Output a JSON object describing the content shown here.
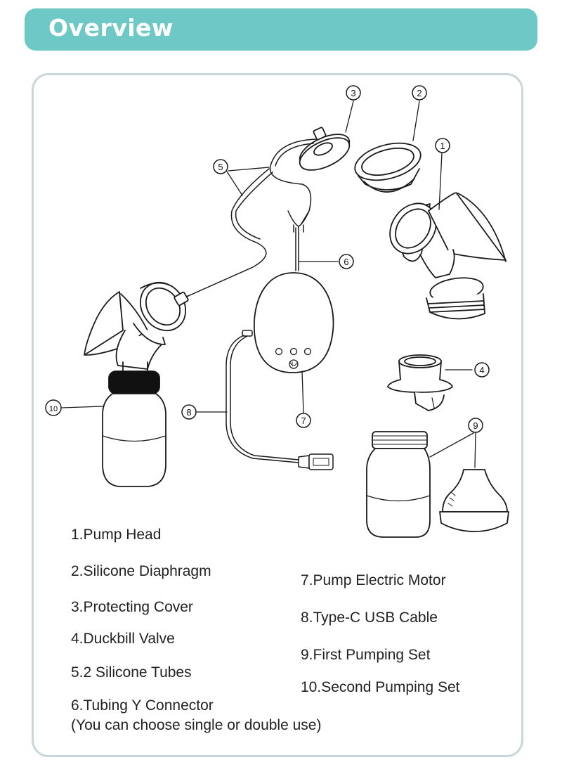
{
  "header": {
    "title": "Overview"
  },
  "callouts": {
    "c1": "1",
    "c2": "2",
    "c3": "3",
    "c4": "4",
    "c5": "5",
    "c6": "6",
    "c7": "7",
    "c8": "8",
    "c9": "9",
    "c10": "10"
  },
  "legend": {
    "item1": "1.Pump Head",
    "item2": "2.Silicone Diaphragm",
    "item3": "3.Protecting Cover",
    "item4": "4.Duckbill Valve",
    "item5": "5.2 Silicone Tubes",
    "item6": "6.Tubing Y Connector",
    "item6_note": "(You can choose single or double use)",
    "item7": "7.Pump Electric Motor",
    "item8": "8.Type-C USB Cable",
    "item9": "9.First Pumping Set",
    "item10": "10.Second Pumping Set"
  },
  "colors": {
    "header_bg": "#6ec8c6",
    "panel_border": "#c9d7db",
    "line": "#1a1a1a",
    "collar": "#111111"
  }
}
